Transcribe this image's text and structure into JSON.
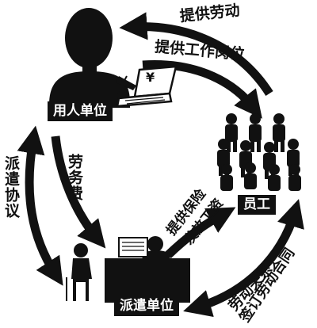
{
  "nodes": {
    "employer": "用人单位",
    "agency": "派遣单位",
    "employees": "员工"
  },
  "edges": {
    "provide_labor": "提供劳动",
    "provide_positions": "提供工作岗位",
    "dispatch_agreement": "派遣协议",
    "service_fee": "劳务费",
    "insurance_wages_line1": "提供保险",
    "insurance_wages_line2": "发放工资",
    "labor_relation": "劳动关系",
    "sign_contract": "签订劳动合同"
  },
  "icons": {
    "currency_on_laptop": "yen-icon"
  }
}
